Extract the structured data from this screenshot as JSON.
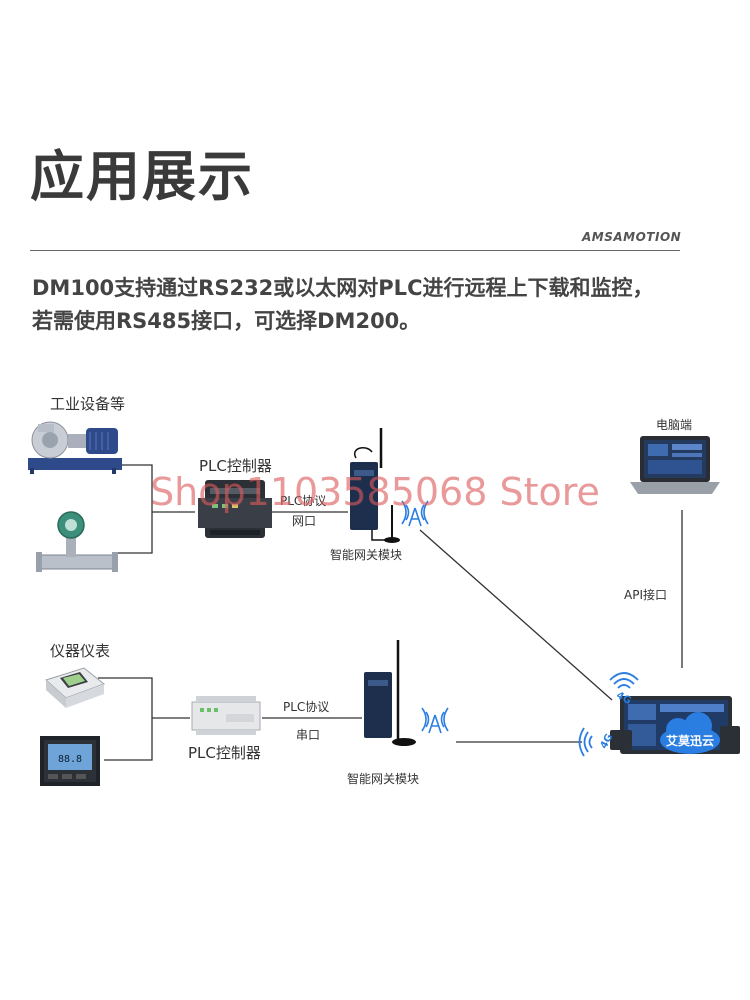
{
  "header": {
    "title": "应用展示",
    "brand": "AMSAMOTION"
  },
  "description": {
    "line1": "DM100支持通过RS232或以太网对PLC进行远程上下载和监控，",
    "line2": "若需使用RS485接口，可选择DM200。"
  },
  "diagram": {
    "top": {
      "group_label": "工业设备等",
      "plc_label": "PLC控制器",
      "link_protocol": "PLC协议",
      "link_port": "网口",
      "gateway_label": "智能网关模块"
    },
    "bottom": {
      "group_label": "仪器仪表",
      "plc_label": "PLC控制器",
      "link_protocol": "PLC协议",
      "link_port": "串口",
      "gateway_label": "智能网关模块"
    },
    "computer_label": "电脑端",
    "api_label": "API接口",
    "cloud_label": "艾莫迅云",
    "signal_4g": "4G",
    "meter_reading": "88.8"
  },
  "watermark": "Shop1103585068 Store",
  "colors": {
    "cloud_blue": "#2a7de1",
    "device_navy": "#1e2f4e",
    "pump_blue": "#2f4a8a",
    "line": "#333333"
  }
}
